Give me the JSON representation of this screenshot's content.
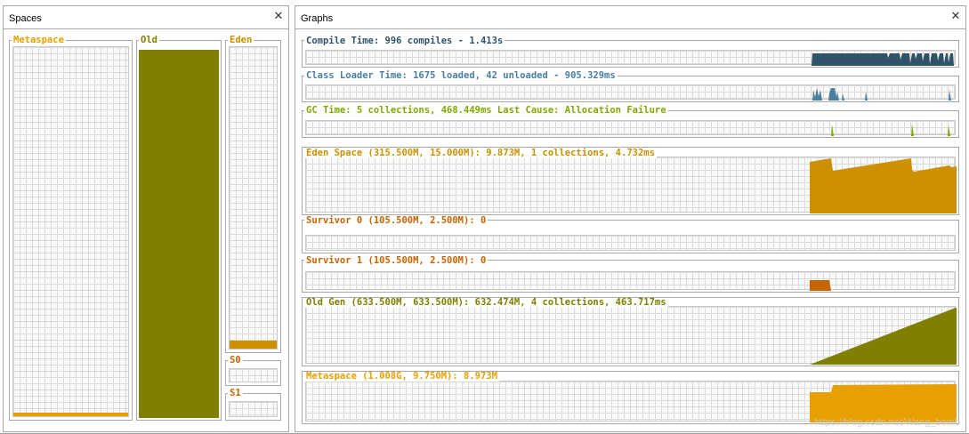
{
  "spaces": {
    "title": "Spaces",
    "metaspace_label": "Metaspace",
    "old_label": "Old",
    "eden_label": "Eden",
    "s0_label": "S0",
    "s1_label": "S1",
    "metaspace_fill": 0.01,
    "old_fill": 0.998,
    "eden_fill": 0.031,
    "s0_fill": 0,
    "s1_fill": 0
  },
  "graphs": {
    "title": "Graphs",
    "compile": "Compile Time: 996 compiles - 1.413s",
    "classloader": "Class Loader Time: 1675 loaded, 42 unloaded - 905.329ms",
    "gc": "GC Time: 5 collections, 468.449ms Last Cause: Allocation Failure",
    "eden": "Eden Space (315.500M, 15.000M): 9.873M, 1 collections, 4.732ms",
    "s0": "Survivor 0 (105.500M, 2.500M): 0",
    "s1": "Survivor 1 (105.500M, 2.500M): 0",
    "oldgen": "Old Gen (633.500M, 633.500M): 632.474M, 4 collections, 463.717ms",
    "metaspace": "Metaspace (1.008G, 9.750M): 8.973M"
  },
  "watermark": "https://blog.csdn.net/Wang_bomb",
  "colors": {
    "metaspace": "#e8a000",
    "old": "#7f7f00",
    "eden": "#cc9000",
    "survivor": "#c86400",
    "compile": "#2f5468",
    "classloader": "#4a7fa0",
    "gc": "#7fa800"
  }
}
